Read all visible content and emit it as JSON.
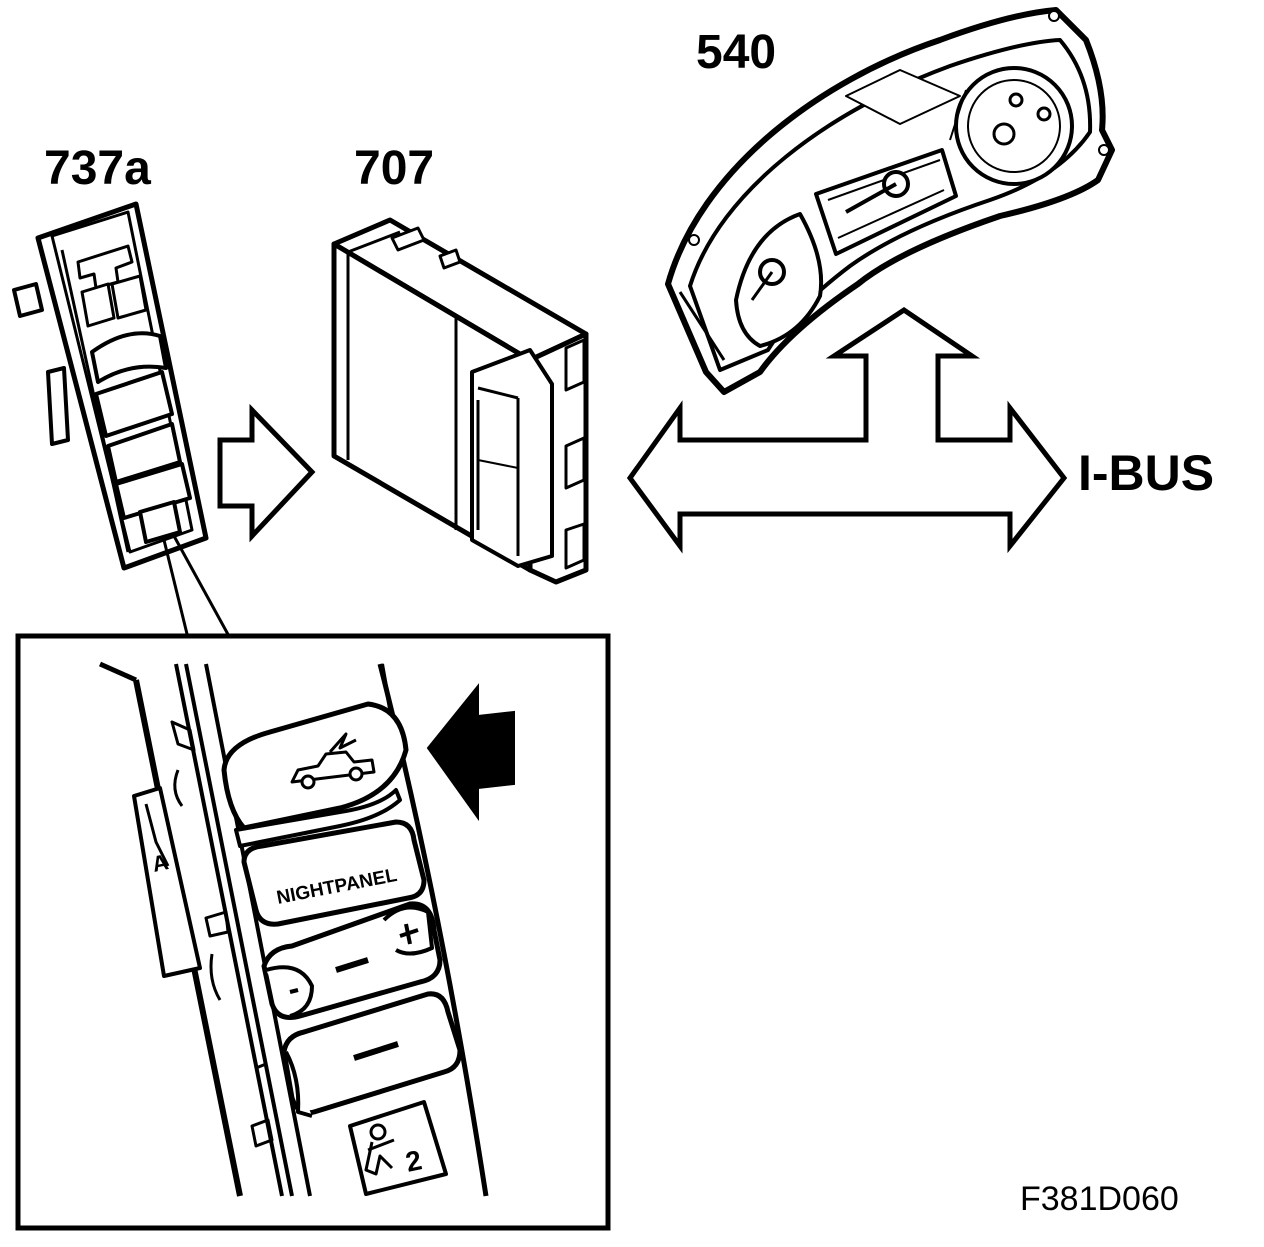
{
  "labels": {
    "switch_panel": "737a",
    "control_module": "707",
    "instrument_cluster": "540",
    "bus": "I-BUS",
    "figure_ref": "F381D060"
  },
  "detail": {
    "nightpanel_button": "NIGHTPANEL",
    "seat_marker": "2"
  }
}
